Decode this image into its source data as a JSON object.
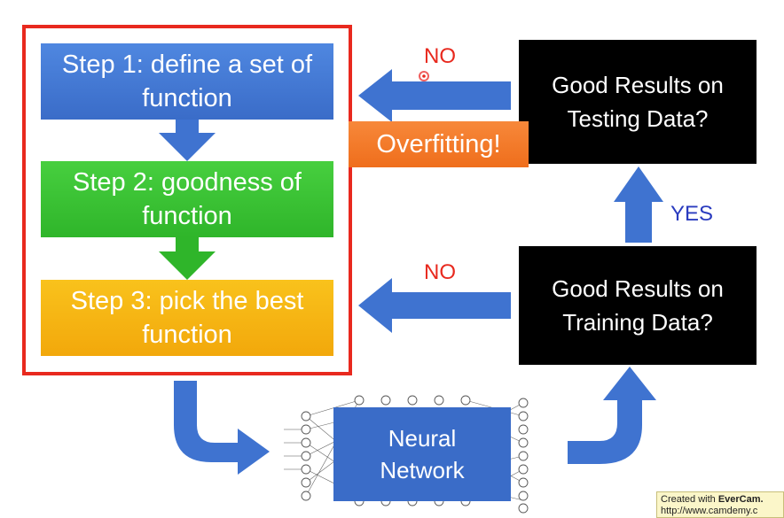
{
  "steps": {
    "step1": "Step 1: define a set of function",
    "step2": "Step 2: goodness of function",
    "step3": "Step 3: pick the best function"
  },
  "decisions": {
    "testing": "Good Results on Testing Data?",
    "training": "Good Results on Training Data?"
  },
  "labels": {
    "no_top": "NO",
    "no_bottom": "NO",
    "yes": "YES",
    "overfitting": "Overfitting!"
  },
  "network": {
    "label": "Neural Network"
  },
  "watermark": {
    "line1_prefix": "Created with ",
    "line1_brand": "EverCam.",
    "line2": "http://www.camdemy.c"
  },
  "colors": {
    "frame": "#e8291e",
    "step1": "#3a6cc8",
    "step2": "#2fb52a",
    "step3": "#f2a80b",
    "arrow": "#3f73d0",
    "overfitting": "#ef6e1c",
    "no_text": "#e8291e",
    "yes_text": "#2a3bbf"
  }
}
